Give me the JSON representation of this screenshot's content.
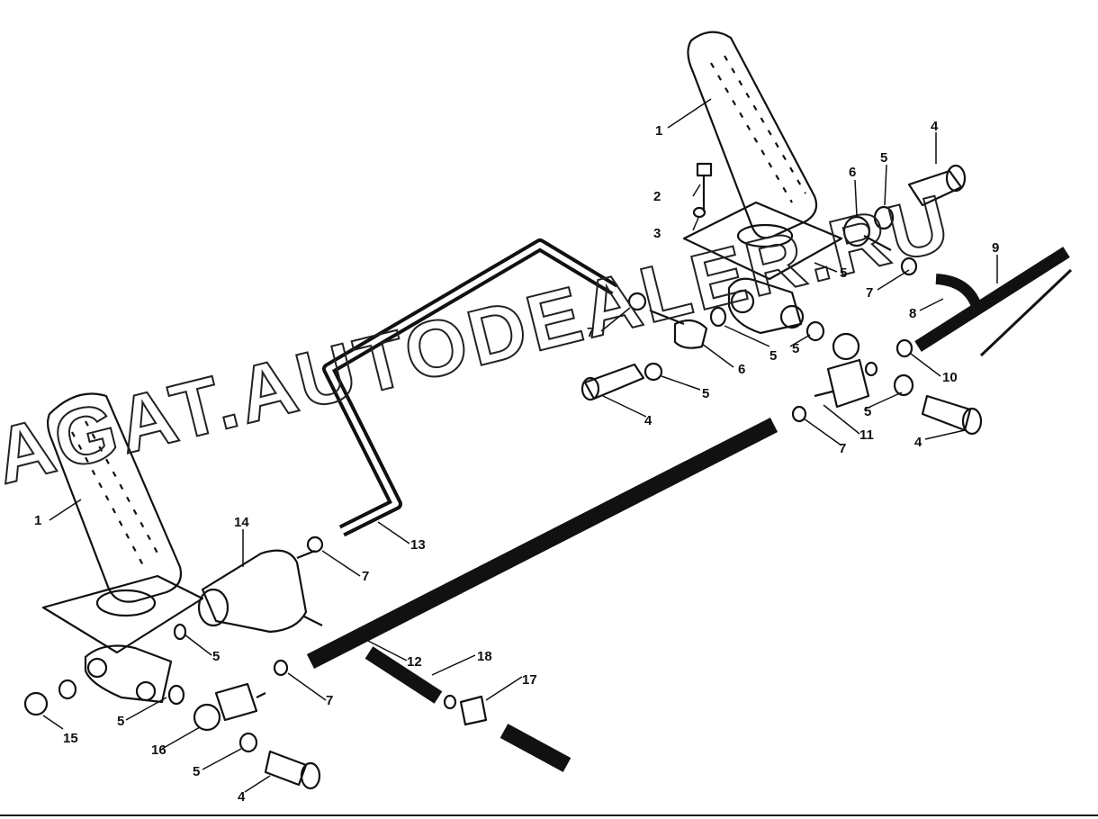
{
  "watermark": "AGAT.AUTODEALER.RU",
  "callouts": [
    {
      "label": "1"
    },
    {
      "label": "2"
    },
    {
      "label": "3"
    },
    {
      "label": "4"
    },
    {
      "label": "5"
    },
    {
      "label": "6"
    },
    {
      "label": "5"
    },
    {
      "label": "7"
    },
    {
      "label": "9"
    },
    {
      "label": "7"
    },
    {
      "label": "8"
    },
    {
      "label": "5"
    },
    {
      "label": "5"
    },
    {
      "label": "6"
    },
    {
      "label": "5"
    },
    {
      "label": "10"
    },
    {
      "label": "4"
    },
    {
      "label": "5"
    },
    {
      "label": "11"
    },
    {
      "label": "7"
    },
    {
      "label": "4"
    },
    {
      "label": "14"
    },
    {
      "label": "13"
    },
    {
      "label": "1"
    },
    {
      "label": "7"
    },
    {
      "label": "12"
    },
    {
      "label": "18"
    },
    {
      "label": "5"
    },
    {
      "label": "7"
    },
    {
      "label": "17"
    },
    {
      "label": "5"
    },
    {
      "label": "15"
    },
    {
      "label": "16"
    },
    {
      "label": "5"
    },
    {
      "label": "4"
    }
  ]
}
